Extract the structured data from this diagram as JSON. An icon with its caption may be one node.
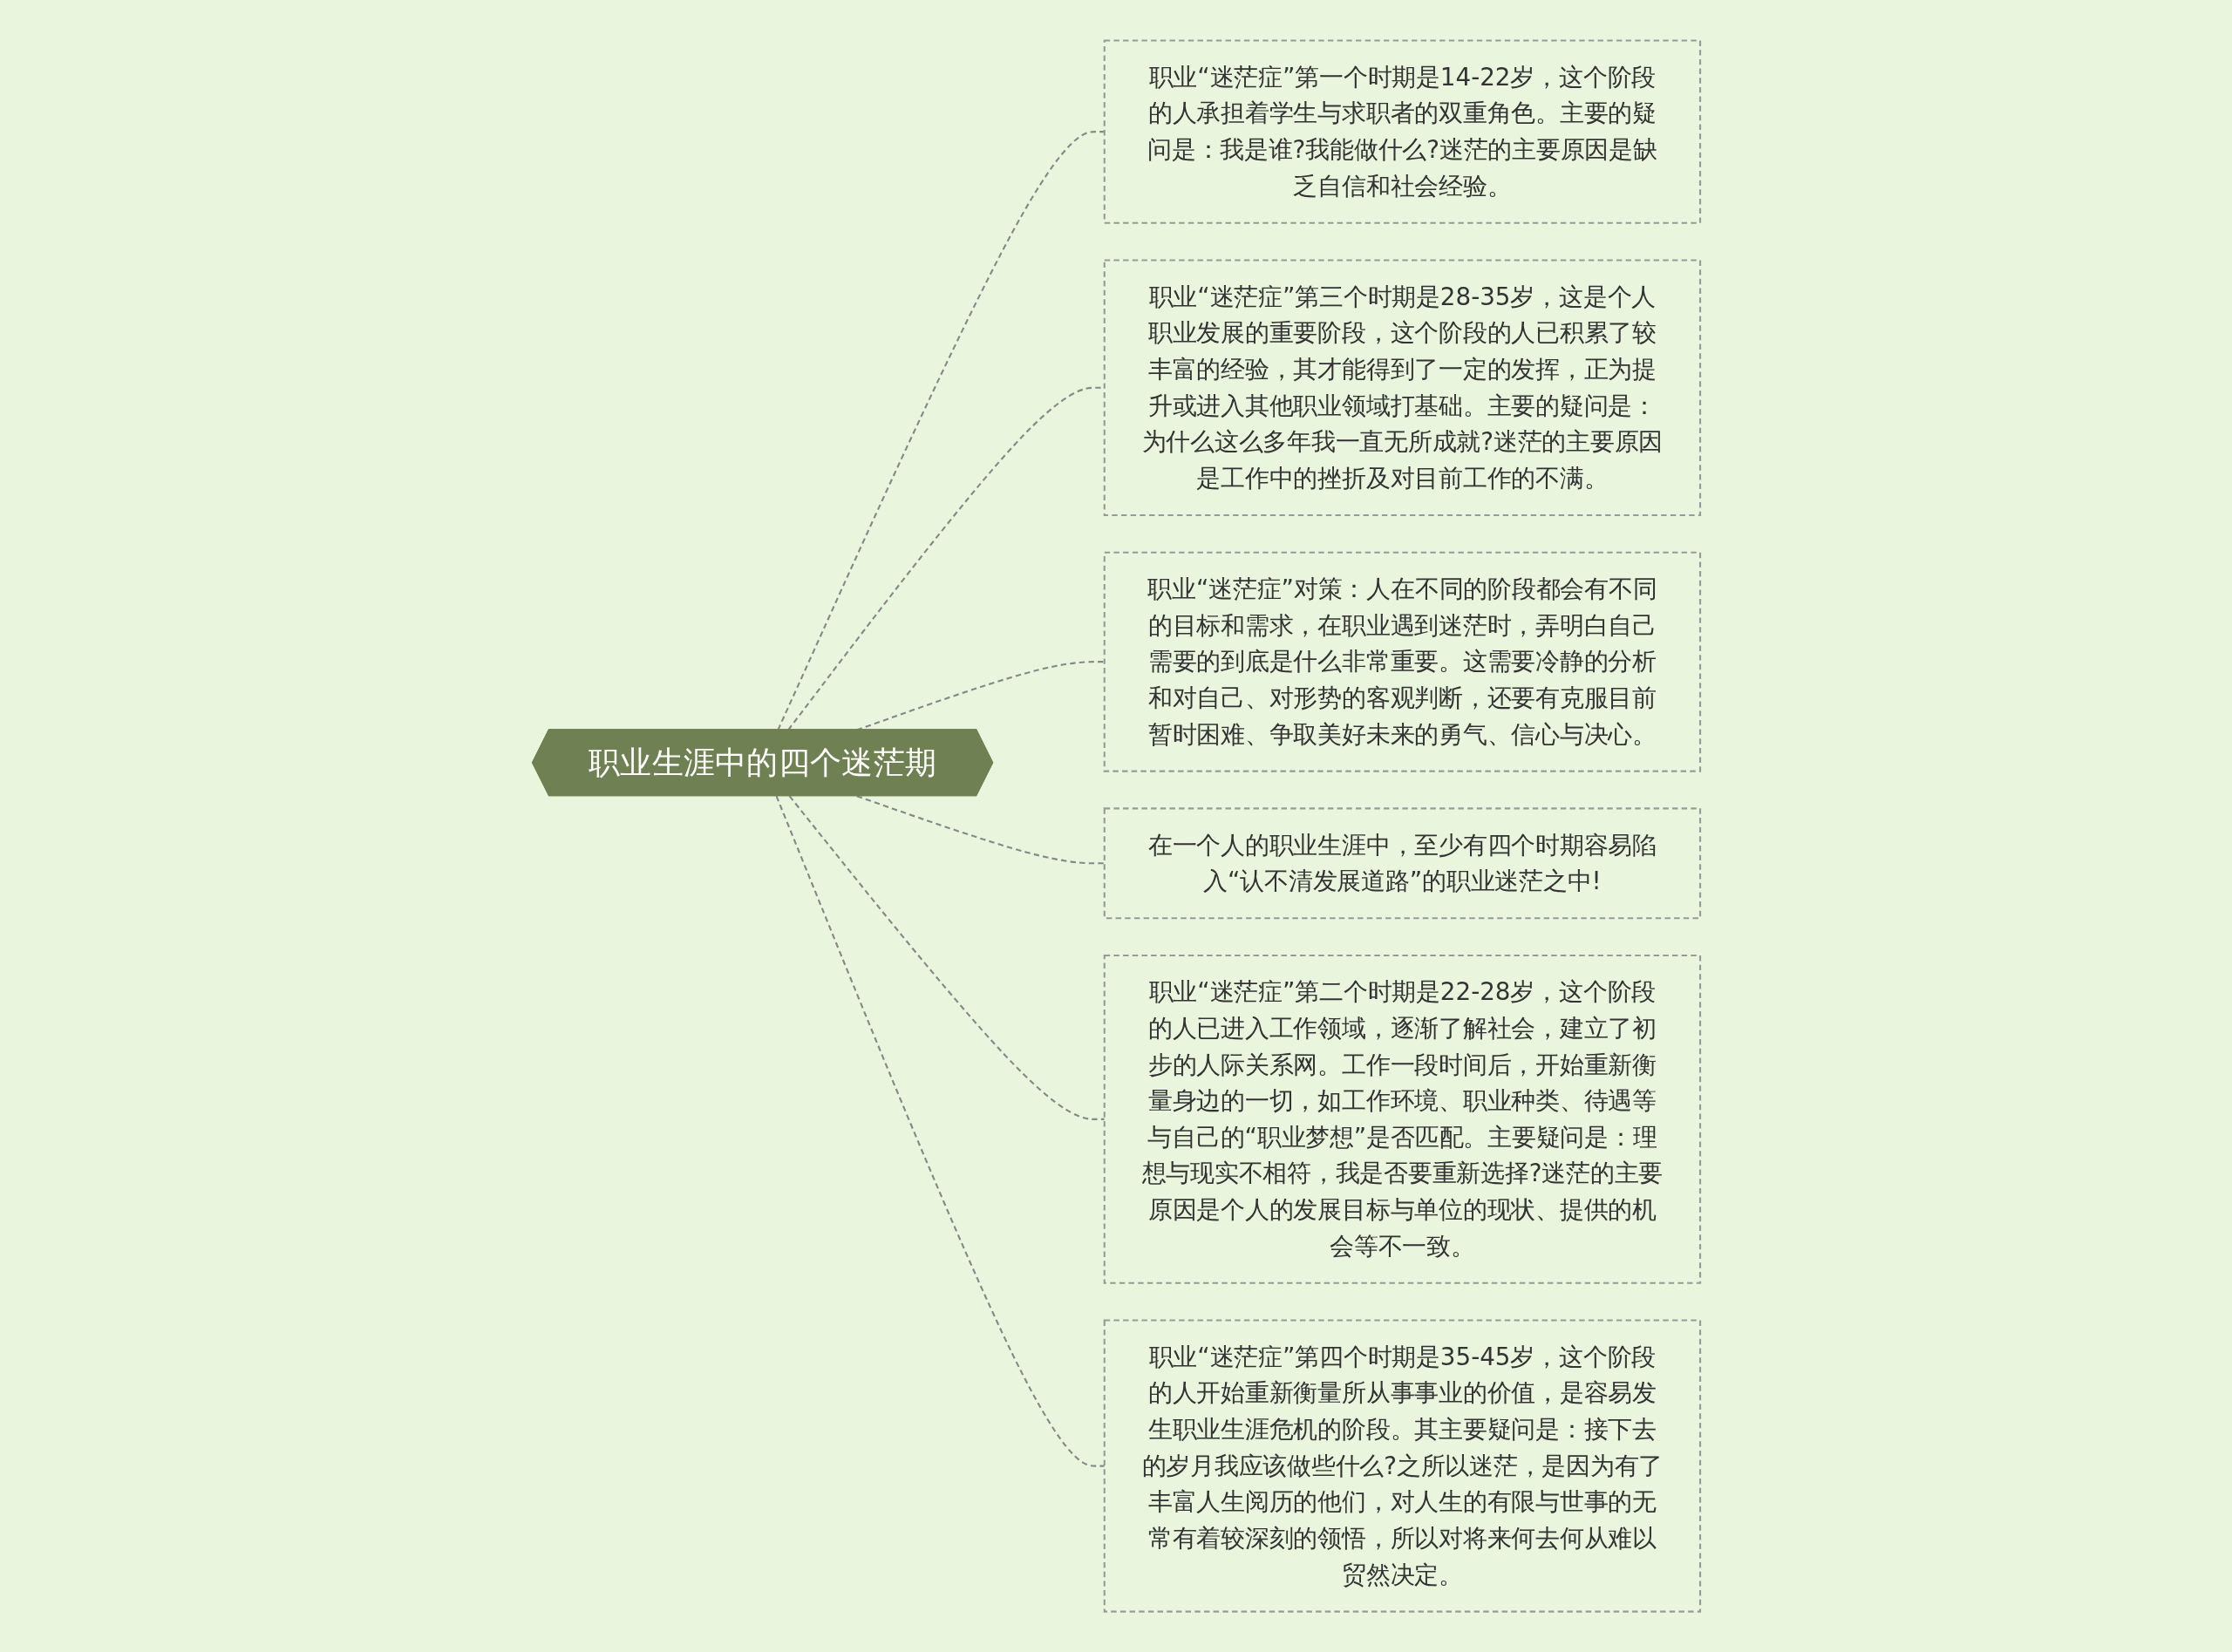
{
  "diagram": {
    "nodes": [
      {
        "text": [
          "职业生涯中的四个迷茫期"
        ]
      },
      {
        "text": [
          "职业“迷茫症”第一个时期是14-22岁，这个阶段的人承担着学生与求职者的双重角色。主要的疑问是：我是谁?我能做什么?迷茫的主要原因是缺乏自信和社会经验。"
        ]
      },
      {
        "text": [
          "职业“迷茫症”第三个时期是28-35岁，这是个人职业发展的重要阶段，这个阶段的人已积累了较丰富的经验，其才能得到了一定的发挥，正为提升或进入其他职业领域打基础。主要的疑问是：为什么这么多年我一直无所成就?迷茫的主要原因是工作中的挫折及对目前工作的不满。"
        ]
      },
      {
        "text": [
          "职业“迷茫症”对策：人在不同的阶段都会有不同的目标和需求，在职业遇到迷茫时，弄明白自己需要的到底是什么非常重要。这需要冷静的分析和对自己、对形势的客观判断，还要有克服目前暂时困难、争取美好未来的勇气、信心与决心。"
        ]
      },
      {
        "text": [
          "在一个人的职业生涯中，至少有四个时期容易陷入“认不清发展道路”的职业迷茫之中!"
        ]
      },
      {
        "text": [
          "职业“迷茫症”第二个时期是22-28岁，这个阶段的人已进入工作领域，逐渐了解社会，建立了初步的人际关系网。工作一段时间后，开始重新衡量身边的一切，如工作环境、职业种类、待遇等与自己的“职业梦想”是否匹配。主要疑问是：理想与现实不相符，我是否要重新选择?迷茫的主要原因是个人的发展目标与单位的现状、提供的机会等不一致。"
        ]
      },
      {
        "text": [
          "职业“迷茫症”第四个时期是35-45岁，这个阶段的人开始重新衡量所从事事业的价值，是容易发生职业生涯危机的阶段。其主要疑问是：接下去的岁月我应该做些什么?之所以迷茫，是因为有了丰富人生阅历的他们，对人生的有限与世事的无常有着较深刻的领悟，所以对将来何去何从难以贸然决定。"
        ]
      }
    ],
    "edges": [
      {
        "from": 0,
        "to": 1,
        "arrow": "none",
        "style": "dashed"
      },
      {
        "from": 0,
        "to": 2,
        "arrow": "none",
        "style": "dashed"
      },
      {
        "from": 0,
        "to": 3,
        "arrow": "none",
        "style": "dashed"
      },
      {
        "from": 0,
        "to": 4,
        "arrow": "none",
        "style": "dashed"
      },
      {
        "from": 0,
        "to": 5,
        "arrow": "none",
        "style": "dashed"
      },
      {
        "from": 0,
        "to": 6,
        "arrow": "none",
        "style": "dashed"
      }
    ]
  }
}
